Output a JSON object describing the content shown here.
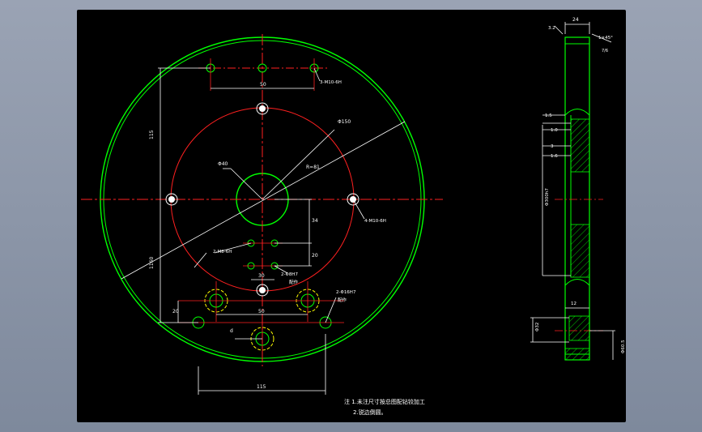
{
  "colors": {
    "background": "#8a95a8",
    "sheet": "#000000",
    "outline": "#00ff00",
    "centerline": "#ff2020",
    "dimension": "#ffffff",
    "hidden": "#ffff00"
  },
  "front_view": {
    "dims": {
      "top_span": "50",
      "left_height": "115",
      "diag_big": "1160",
      "pitch_circle": "Φ150",
      "hub": "Φ40",
      "radius_note": "R=81",
      "v_right": "34",
      "v_small": "20",
      "h_small": "30",
      "bottom_h": "50",
      "left_small": "20",
      "bottom_span": "115",
      "small_d": "d"
    },
    "notes": {
      "top_holes": "3-M10-6H",
      "right_hole": "4-M10-6H",
      "mid_holes": "2-M8-6H",
      "mid_hole2": "2-Φ8H7",
      "mid_note": "配作",
      "bottom_holes": "2-Φ16H7",
      "bottom_note": "配作"
    }
  },
  "side_view": {
    "dims": {
      "width": "24",
      "chamfer": "1×45°",
      "roughness": "3.2",
      "roughness2": "7/6",
      "d1": "1.5",
      "d2": "1.0",
      "d3": "3",
      "d4": "1.6",
      "diameter": "Φ300h7",
      "d5": "12",
      "d6": "Φ32",
      "d7": "Φ60.5"
    }
  },
  "notes": {
    "line1": "注 1.未注尺寸按总图配钻铰加工",
    "line2": "2.锐边倒圆。"
  }
}
